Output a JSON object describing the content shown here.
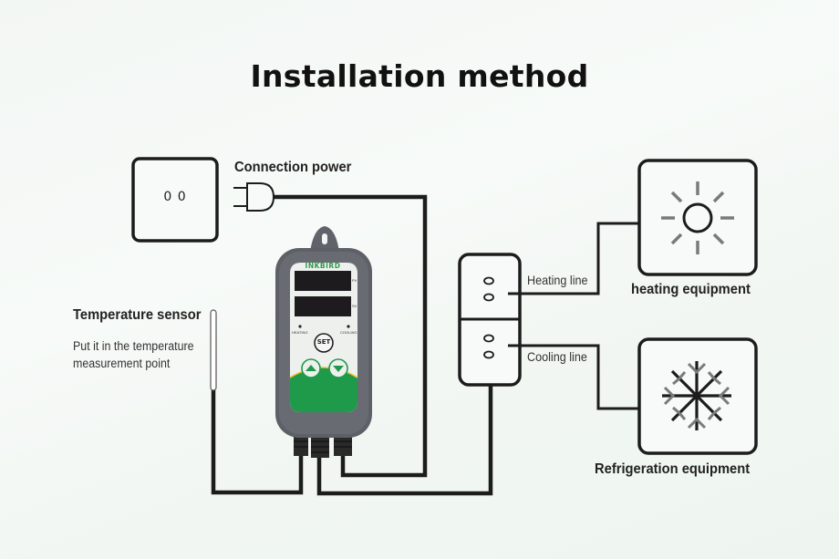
{
  "title": "Installation method",
  "power": {
    "label": "Connection power",
    "socket_text": "0 0"
  },
  "sensor": {
    "label": "Temperature sensor",
    "description_line1": "Put it in the temperature",
    "description_line2": "measurement point"
  },
  "controller": {
    "brand": "INKBIRD",
    "display_labels": [
      "PV",
      "SV"
    ],
    "indicator_labels": [
      "HEATING",
      "COOLING"
    ],
    "set_button": "SET"
  },
  "outlets": {
    "heating_line": "Heating line",
    "cooling_line": "Cooling line"
  },
  "equipment": {
    "heating": "heating equipment",
    "refrigeration": "Refrigeration equipment"
  },
  "colors": {
    "line": "#1c1c1c",
    "device_body": "#5d6167",
    "device_green": "#1f9a4a",
    "brand_green": "#2e9a4c",
    "icon_gray": "#7a7a7a"
  }
}
